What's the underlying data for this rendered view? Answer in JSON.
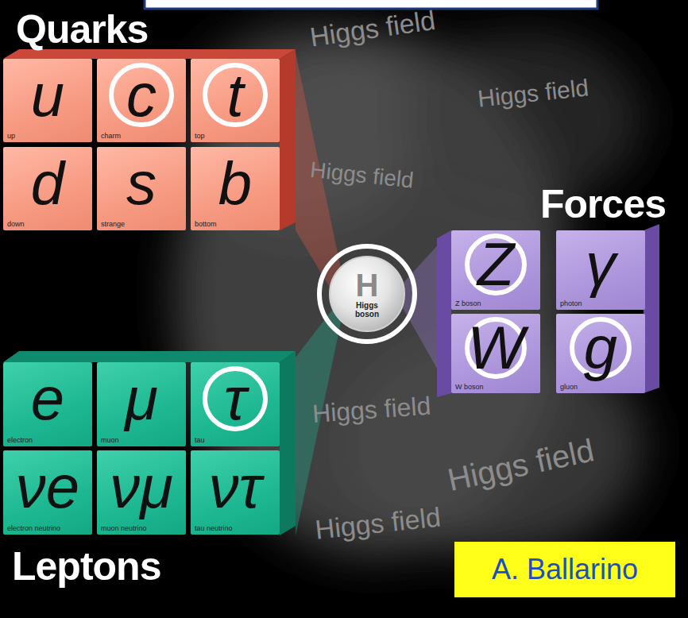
{
  "diagram": {
    "nodes": [
      {
        "text": [
          "Quarks"
        ]
      },
      {
        "text": [
          "u",
          "up"
        ],
        "in": 0
      },
      {
        "text": [
          "c",
          "charm"
        ],
        "in": 0
      },
      {
        "text": [
          "t",
          "top"
        ],
        "in": 0
      },
      {
        "text": [
          "d",
          "down"
        ],
        "in": 0
      },
      {
        "text": [
          "s",
          "strange"
        ],
        "in": 0
      },
      {
        "text": [
          "b",
          "bottom"
        ],
        "in": 0
      },
      {
        "text": [
          "Forces"
        ]
      },
      {
        "text": [
          "Z",
          "Z boson"
        ],
        "in": 7
      },
      {
        "text": [
          "γ",
          "photon"
        ],
        "in": 7
      },
      {
        "text": [
          "W",
          "W boson"
        ],
        "in": 7
      },
      {
        "text": [
          "g",
          "gluon"
        ],
        "in": 7
      },
      {
        "text": [
          "H",
          "Higgs boson"
        ]
      },
      {
        "text": [
          "Leptons"
        ]
      },
      {
        "text": [
          "e",
          "electron"
        ],
        "in": 13
      },
      {
        "text": [
          "μ",
          "muon"
        ],
        "in": 13
      },
      {
        "text": [
          "τ",
          "tau"
        ],
        "in": 13
      },
      {
        "text": [
          "νe",
          "electron neutrino"
        ],
        "in": 13
      },
      {
        "text": [
          "νμ",
          "muon neutrino"
        ],
        "in": 13
      },
      {
        "text": [
          "ντ",
          "tau neutrino"
        ],
        "in": 13
      }
    ],
    "labels": [
      "Higgs field",
      "Higgs field",
      "Higgs field",
      "Higgs field",
      "Higgs field",
      "Higgs field",
      "A. Ballarino"
    ]
  }
}
